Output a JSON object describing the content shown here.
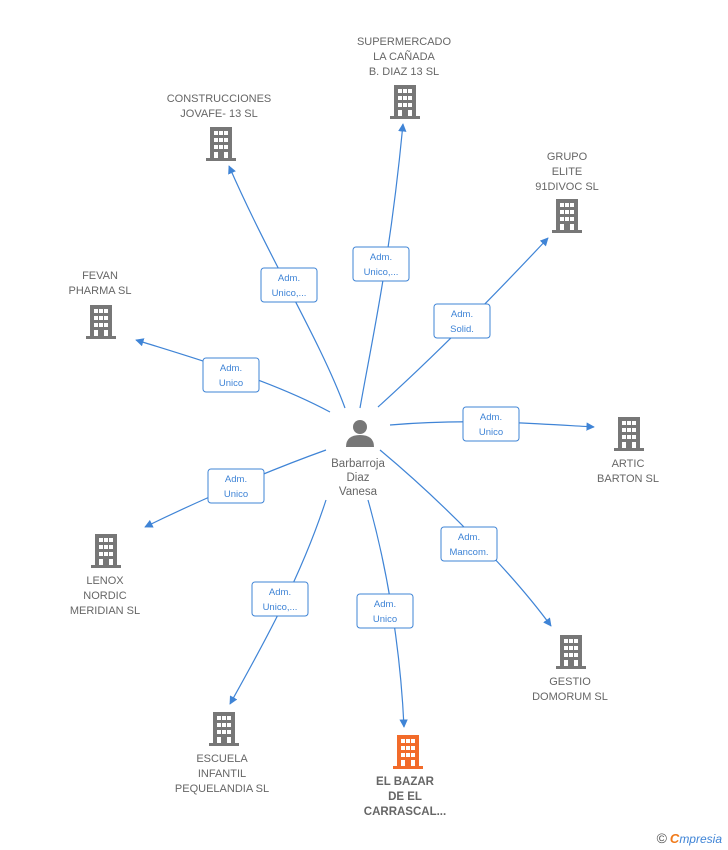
{
  "center": {
    "name_lines": [
      "Barbarroja",
      "Diaz",
      "Vanesa"
    ],
    "icon": "person-icon"
  },
  "nodes": [
    {
      "id": "supermercado",
      "lines": [
        "SUPERMERCADO",
        "LA CAÑADA",
        "B.  DIAZ 13  SL"
      ],
      "role_lines": [
        "Adm.",
        "Unico,..."
      ],
      "highlight": false
    },
    {
      "id": "construcciones",
      "lines": [
        "CONSTRUCCIONES",
        "JOVAFE- 13  SL"
      ],
      "role_lines": [
        "Adm.",
        "Unico,..."
      ],
      "highlight": false
    },
    {
      "id": "grupo-elite",
      "lines": [
        "GRUPO",
        "ELITE",
        "91DIVOC  SL"
      ],
      "role_lines": [
        "Adm.",
        "Solid."
      ],
      "highlight": false
    },
    {
      "id": "fevan",
      "lines": [
        "FEVAN",
        "PHARMA  SL"
      ],
      "role_lines": [
        "Adm.",
        "Unico"
      ],
      "highlight": false
    },
    {
      "id": "artic",
      "lines": [
        "ARTIC",
        "BARTON  SL"
      ],
      "role_lines": [
        "Adm.",
        "Unico"
      ],
      "highlight": false
    },
    {
      "id": "lenox",
      "lines": [
        "LENOX",
        "NORDIC",
        "MERIDIAN  SL"
      ],
      "role_lines": [
        "Adm.",
        "Unico"
      ],
      "highlight": false
    },
    {
      "id": "gestio",
      "lines": [
        "GESTIO",
        "DOMORUM  SL"
      ],
      "role_lines": [
        "Adm.",
        "Mancom."
      ],
      "highlight": false
    },
    {
      "id": "escuela",
      "lines": [
        "ESCUELA",
        "INFANTIL",
        "PEQUELANDIA SL"
      ],
      "role_lines": [
        "Adm.",
        "Unico,..."
      ],
      "highlight": false
    },
    {
      "id": "el-bazar",
      "lines": [
        "EL BAZAR",
        "DE EL",
        "CARRASCAL..."
      ],
      "role_lines": [
        "Adm.",
        "Unico"
      ],
      "highlight": true
    }
  ],
  "colors": {
    "edge": "#3f84d6",
    "building": "#777777",
    "building_highlight": "#f26b2a",
    "person": "#777777"
  },
  "footer": {
    "copyright_symbol": "©",
    "brand_initial": "C",
    "brand_rest": "mpresia"
  }
}
